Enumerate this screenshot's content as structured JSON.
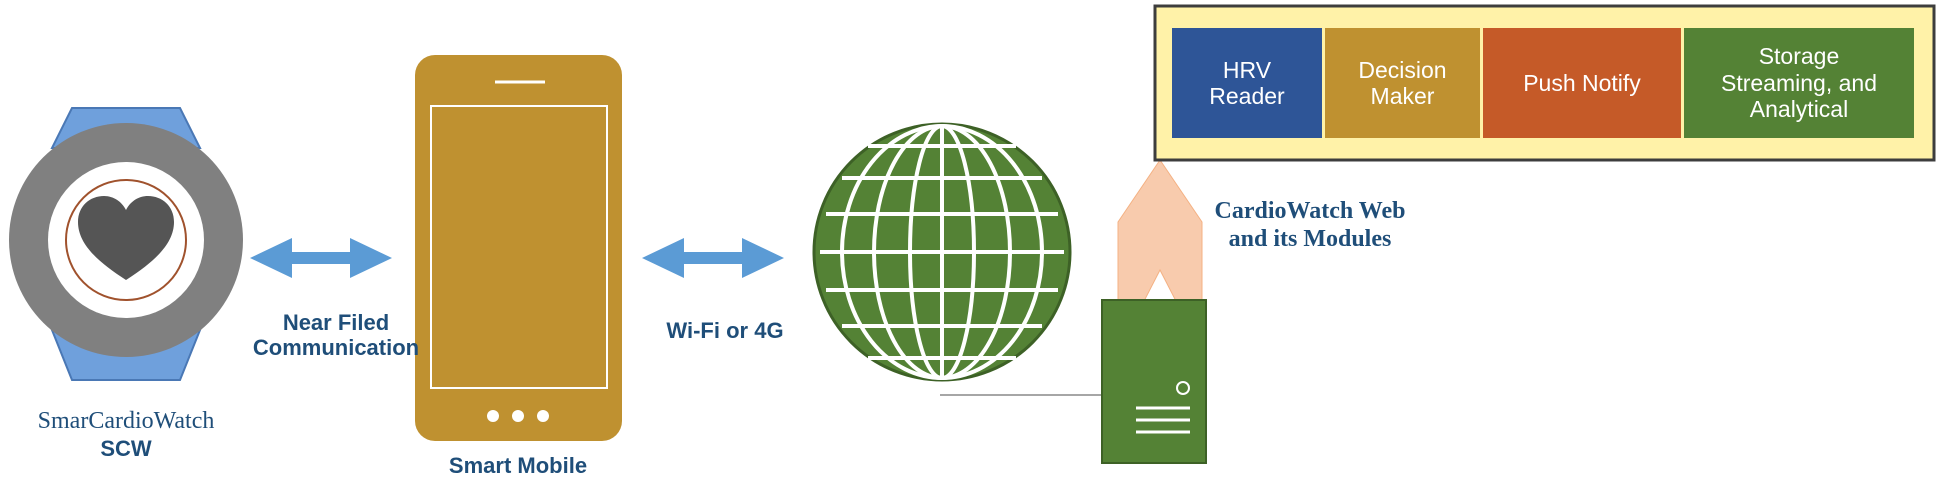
{
  "watch": {
    "name_line1": "SmarCardioWatch",
    "name_line2": "SCW"
  },
  "link_nfc": {
    "line1": "Near Filed",
    "line2": "Communication"
  },
  "mobile": {
    "label": "Smart Mobile"
  },
  "link_wifi": {
    "label": "Wi-Fi or 4G"
  },
  "web": {
    "line1": "CardioWatch Web",
    "line2": "and its Modules"
  },
  "modules": [
    {
      "label": "HRV\nReader",
      "color": "#2e5597"
    },
    {
      "label": "Decision\nMaker",
      "color": "#bf9130"
    },
    {
      "label": "Push Notify",
      "color": "#c55a28"
    },
    {
      "label": "Storage\nStreaming, and\nAnalytical",
      "color": "#548235"
    }
  ],
  "colors": {
    "watch_band": "#6fa0dc",
    "watch_case": "#808080",
    "heart": "#555555",
    "phone": "#bf9130",
    "arrow": "#5b9bd5",
    "globe": "#548235",
    "server": "#548235",
    "up_arrow": "#f8cbad",
    "module_frame": "#fff2a8"
  },
  "icons": [
    "smartwatch-heart-icon",
    "smartphone-icon",
    "globe-icon",
    "server-icon",
    "double-arrow-icon",
    "up-arrow-icon"
  ]
}
